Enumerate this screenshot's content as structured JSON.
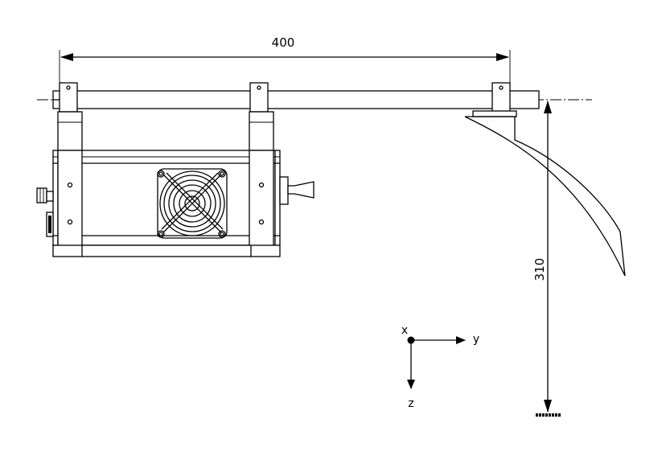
{
  "dimensions": {
    "horizontal_label": "400",
    "vertical_label": "310"
  },
  "axes": {
    "x_label": "x",
    "y_label": "y",
    "z_label": "z"
  }
}
